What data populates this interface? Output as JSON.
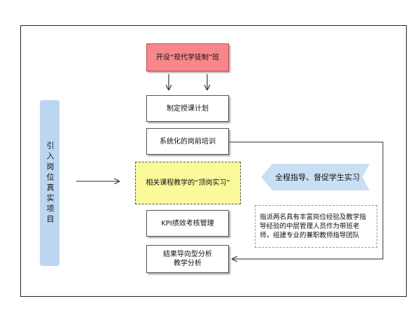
{
  "left_label": "引入岗位真实项目",
  "steps": {
    "step1": "开设“现代学徒制”班",
    "step2": "制定授课计划",
    "step3": "系统化的岗前培训",
    "step4": "相关课程教学的“顶岗实习”",
    "step5": "KPI绩效考核管理",
    "step6_line1": "结果导向型分析",
    "step6_line2": "教学分析"
  },
  "banner": "全程指导、督促学生实习",
  "note": "指派两名具有丰富岗位经验及教学指导经验的中层管理人员作为带班老师，组建专业的兼职教师指导团队",
  "colors": {
    "red_box": "#f7878a",
    "yellow_box": "#fafa9a",
    "left_label": "#bcd6f2",
    "banner": "#c9e0f4"
  }
}
